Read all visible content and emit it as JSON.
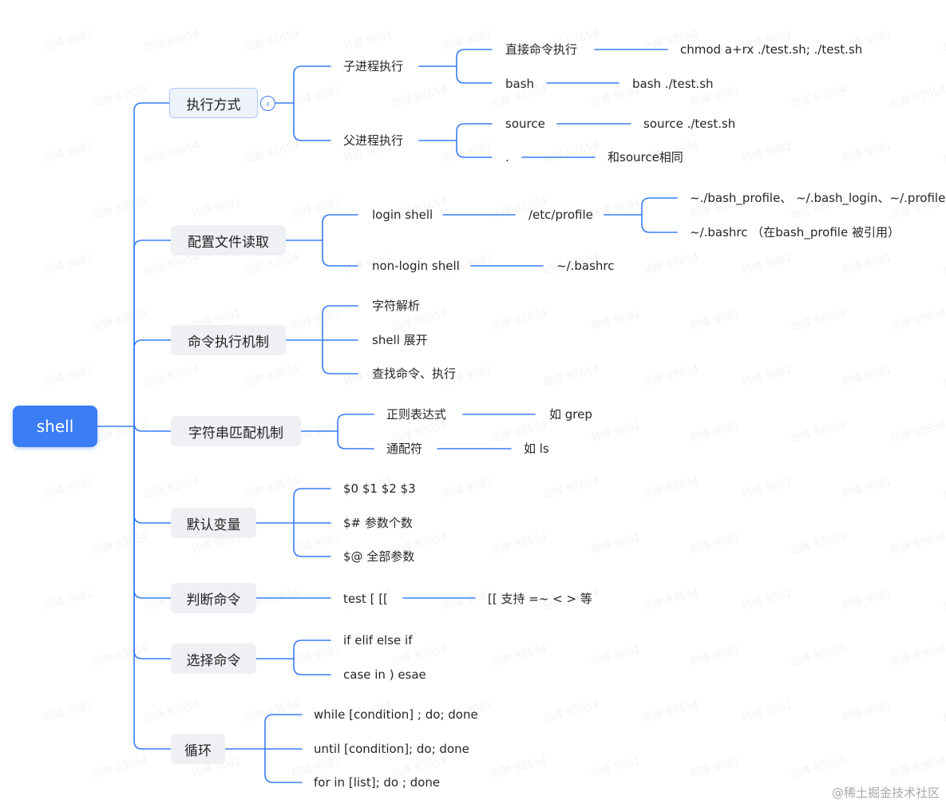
{
  "root": "shell",
  "colors": {
    "accent": "#3a7df5",
    "node_bg": "#eef0f3",
    "line": "#3a7df5"
  },
  "collapse_icon": "chevron-left-icon",
  "branches": [
    {
      "label": "执行方式",
      "children": [
        {
          "label": "子进程执行",
          "children": [
            {
              "label": "直接命令执行",
              "detail": "chmod a+rx ./test.sh; ./test.sh"
            },
            {
              "label": "bash",
              "detail": "bash ./test.sh"
            }
          ]
        },
        {
          "label": "父进程执行",
          "children": [
            {
              "label": "source",
              "detail": "source ./test.sh"
            },
            {
              "label": ".",
              "detail": "和source相同"
            }
          ]
        }
      ]
    },
    {
      "label": "配置文件读取",
      "children": [
        {
          "label": "login shell",
          "detail": "/etc/profile",
          "extra": [
            "~./bash_profile、 ~/.bash_login、~/.profile",
            "~/.bashrc （在bash_profile 被引用）"
          ]
        },
        {
          "label": "non-login shell",
          "detail": "~/.bashrc"
        }
      ]
    },
    {
      "label": "命令执行机制",
      "children": [
        {
          "label": "字符解析"
        },
        {
          "label": "shell 展开"
        },
        {
          "label": "查找命令、执行"
        }
      ]
    },
    {
      "label": "字符串匹配机制",
      "children": [
        {
          "label": "正则表达式",
          "detail": "如 grep"
        },
        {
          "label": "通配符",
          "detail": "如 ls"
        }
      ]
    },
    {
      "label": "默认变量",
      "children": [
        {
          "label": "$0 $1 $2 $3"
        },
        {
          "label": "$# 参数个数"
        },
        {
          "label": "$@  全部参数"
        }
      ]
    },
    {
      "label": "判断命令",
      "children": [
        {
          "label": "test [  [[",
          "detail": "[[ 支持 =~  <  > 等"
        }
      ]
    },
    {
      "label": "选择命令",
      "children": [
        {
          "label": "if elif  else if"
        },
        {
          "label": "case in  )  esae"
        }
      ]
    },
    {
      "label": "循环",
      "children": [
        {
          "label": "while  [condition] ; do;  done"
        },
        {
          "label": "until [condition]; do; done"
        },
        {
          "label": "for in [list]; do ; done"
        }
      ]
    }
  ],
  "watermarks": [
    "胡峰 9081",
    "胡峰 83654",
    "动静 83654",
    "转峰 9081"
  ],
  "footer": "@稀土掘金技术社区"
}
